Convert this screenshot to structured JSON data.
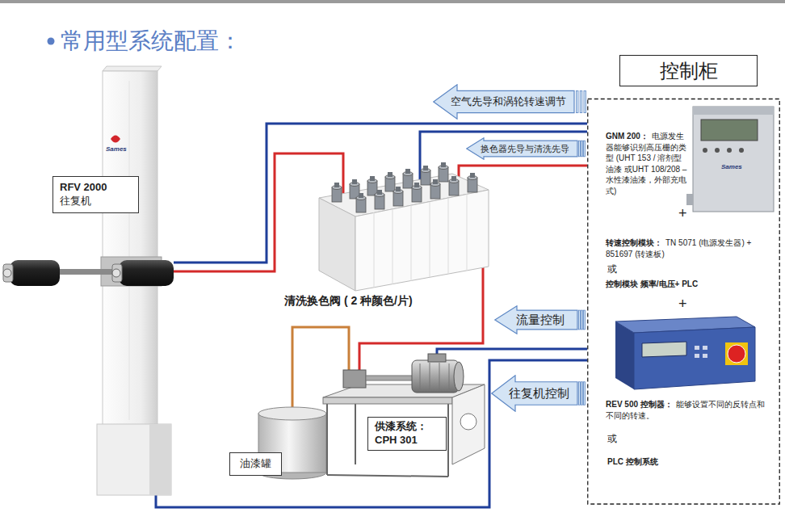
{
  "diagram": {
    "title": "常用型系统配置：",
    "nodes": [
      {
        "text": [
          "控制柜"
        ]
      },
      {
        "text": [
          "空气先导和涡轮转速调节"
        ]
      },
      {
        "text": [
          "换色器先导与清洗先导"
        ]
      },
      {
        "text": [
          "RFV 2000",
          "往复机"
        ]
      },
      {
        "text": [
          "流量控制"
        ]
      },
      {
        "text": [
          "往复机控制"
        ]
      },
      {
        "text": [
          "供漆系统： CPH 301"
        ]
      },
      {
        "text": [
          "油漆罐"
        ]
      }
    ],
    "labels": [
      "Sames",
      "清洗换色阀 ( 2 种颜色/片)",
      "GNM 200：",
      "电源发生器能够识别高压栅的类型 (UHT 153 / 溶剂型油漆 或UHT 108/208 –水性漆油漆，外部充电式)",
      "Sames",
      "+",
      "转速控制模块：",
      "TN 5071 (电源发生器) + 851697 (转速板)",
      "或",
      "控制模块 频率/电压+ PLC",
      "+",
      "REV 500 控制器：",
      "能够设置不同的反转点和不同的转速。",
      "或",
      "PLC 控制系统"
    ]
  }
}
